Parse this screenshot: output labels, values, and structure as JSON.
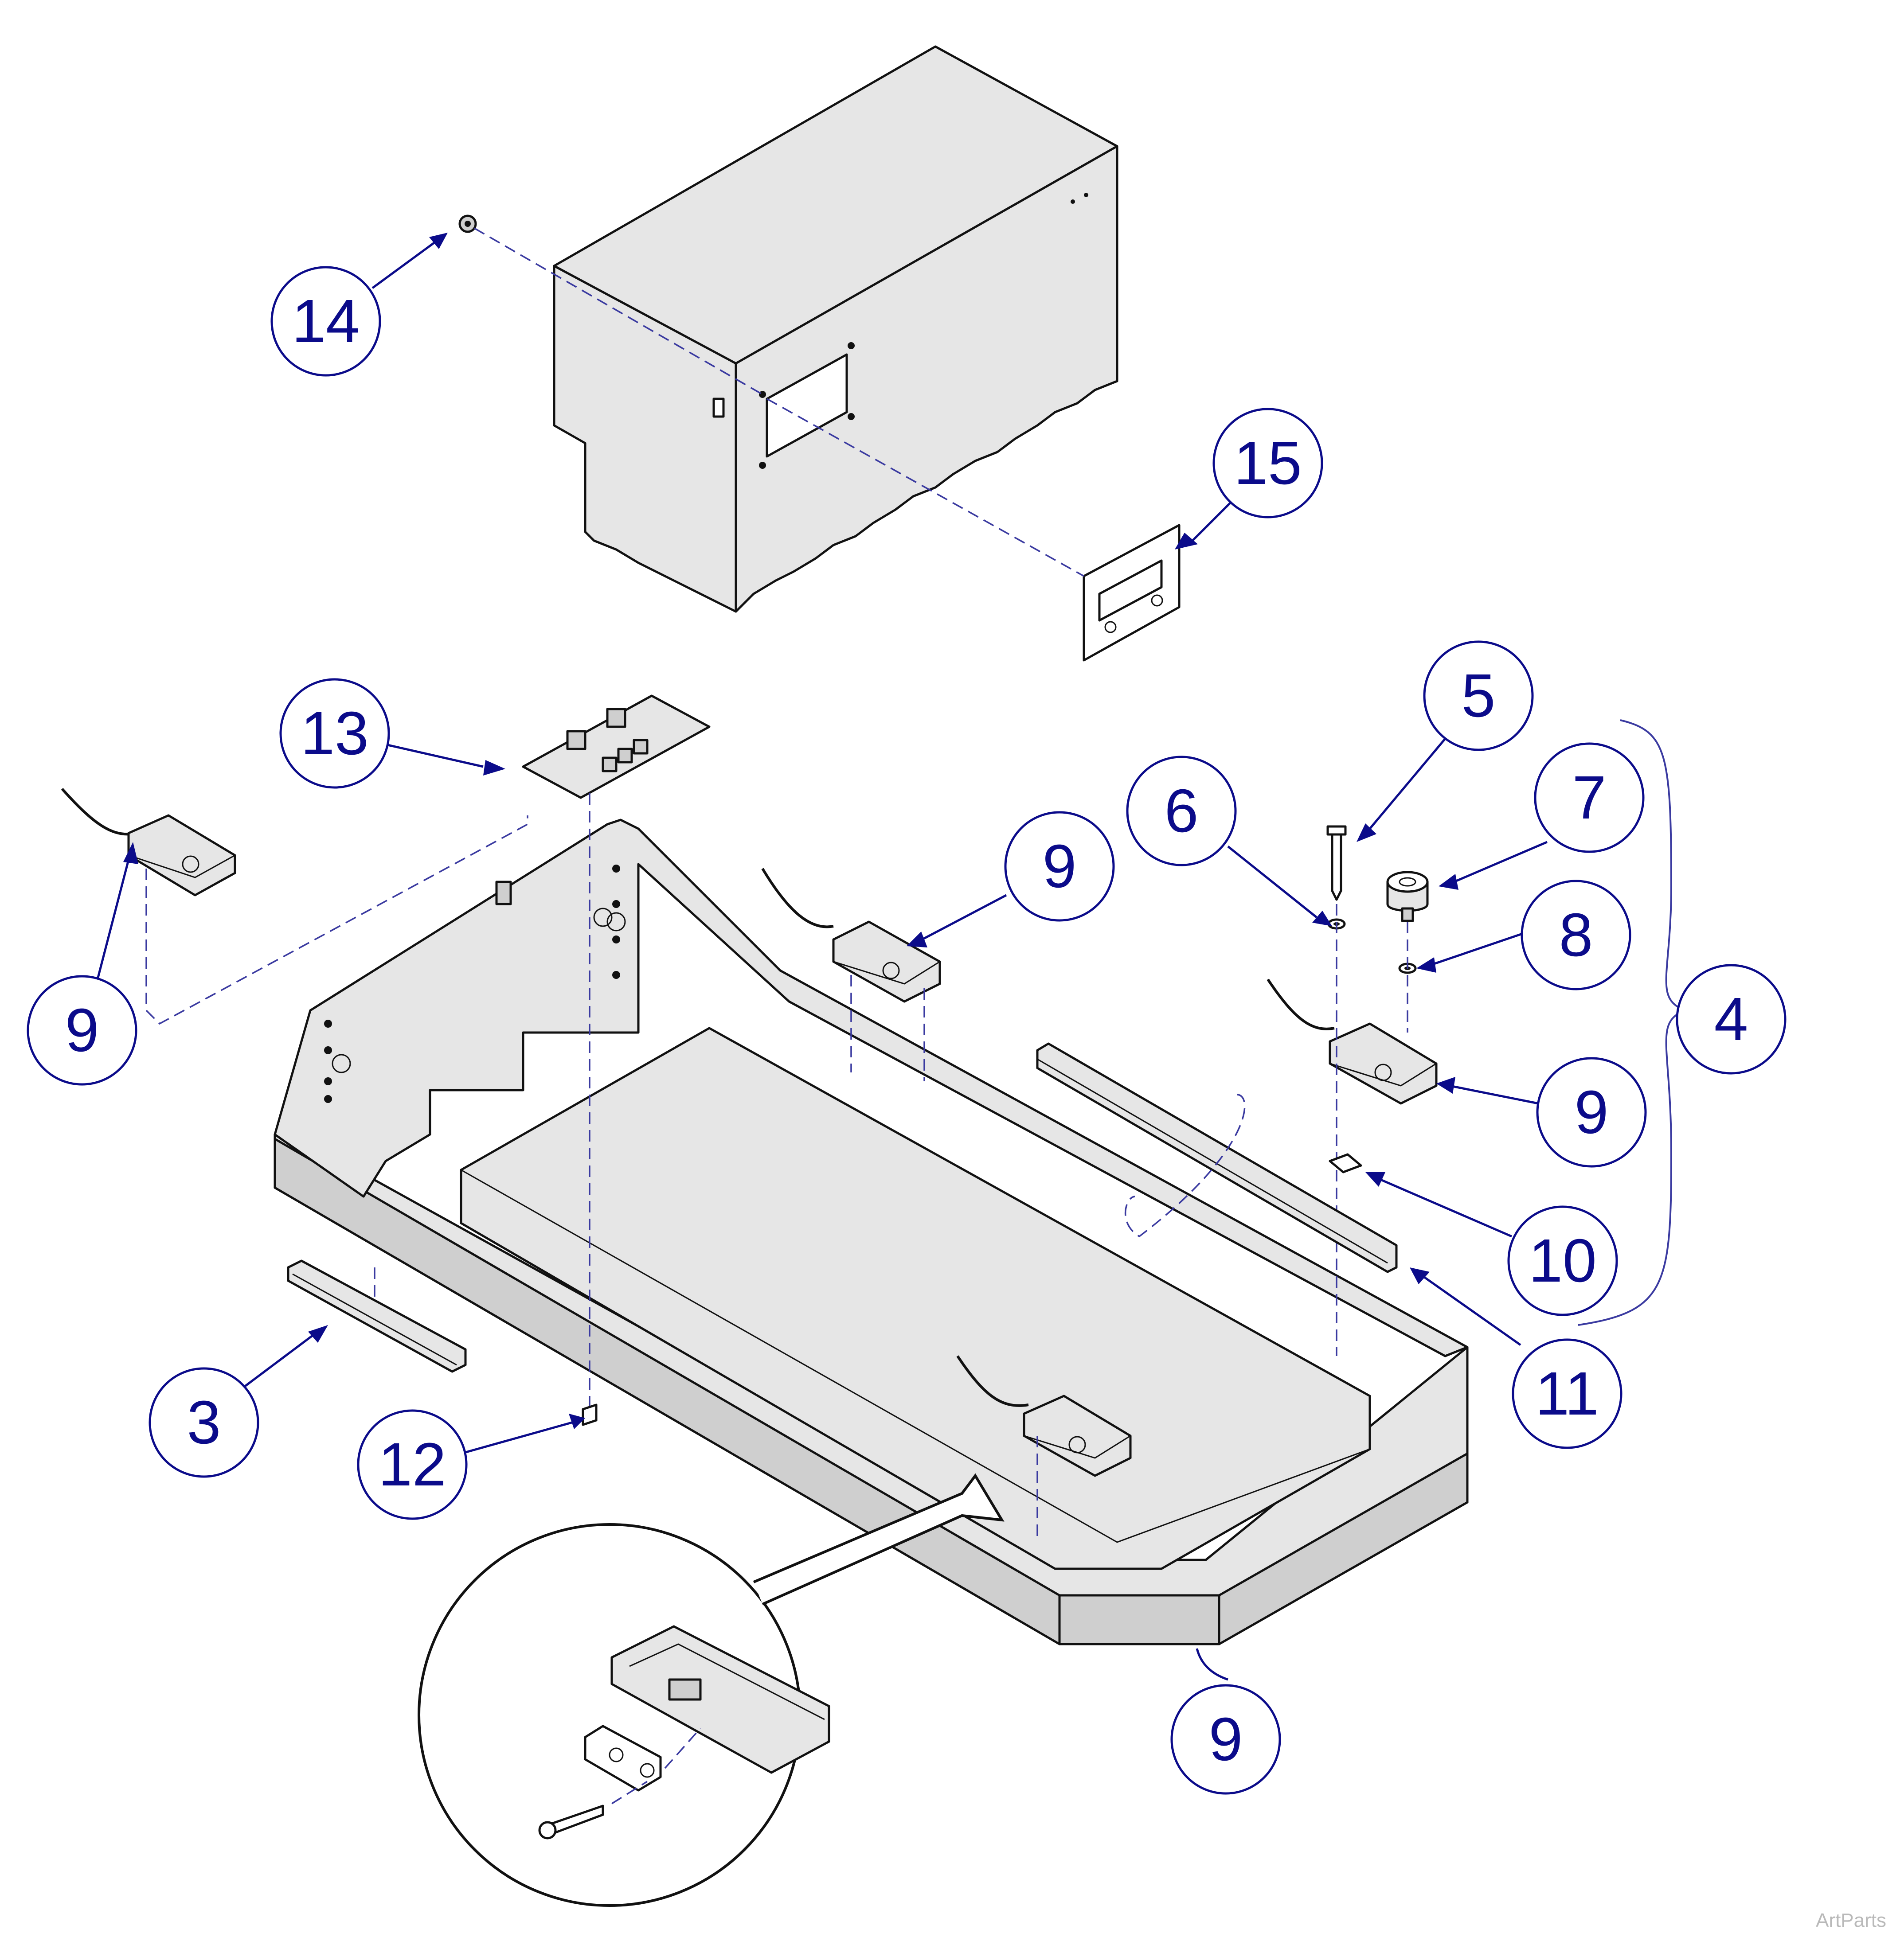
{
  "diagram": {
    "callouts": [
      {
        "id": "c14",
        "label": "14"
      },
      {
        "id": "c15",
        "label": "15"
      },
      {
        "id": "c13",
        "label": "13"
      },
      {
        "id": "c5",
        "label": "5"
      },
      {
        "id": "c6",
        "label": "6"
      },
      {
        "id": "c7",
        "label": "7"
      },
      {
        "id": "c8",
        "label": "8"
      },
      {
        "id": "c9a",
        "label": "9"
      },
      {
        "id": "c9b",
        "label": "9"
      },
      {
        "id": "c9c",
        "label": "9"
      },
      {
        "id": "c9d",
        "label": "9"
      },
      {
        "id": "c4",
        "label": "4"
      },
      {
        "id": "c10",
        "label": "10"
      },
      {
        "id": "c11",
        "label": "11"
      },
      {
        "id": "c3",
        "label": "3"
      },
      {
        "id": "c12",
        "label": "12"
      }
    ],
    "watermark": "ArtParts",
    "colors": {
      "callout": "#0b0b8a",
      "leader_dash": "#3a3aa0",
      "part_fill": "#e6e6e6"
    }
  }
}
